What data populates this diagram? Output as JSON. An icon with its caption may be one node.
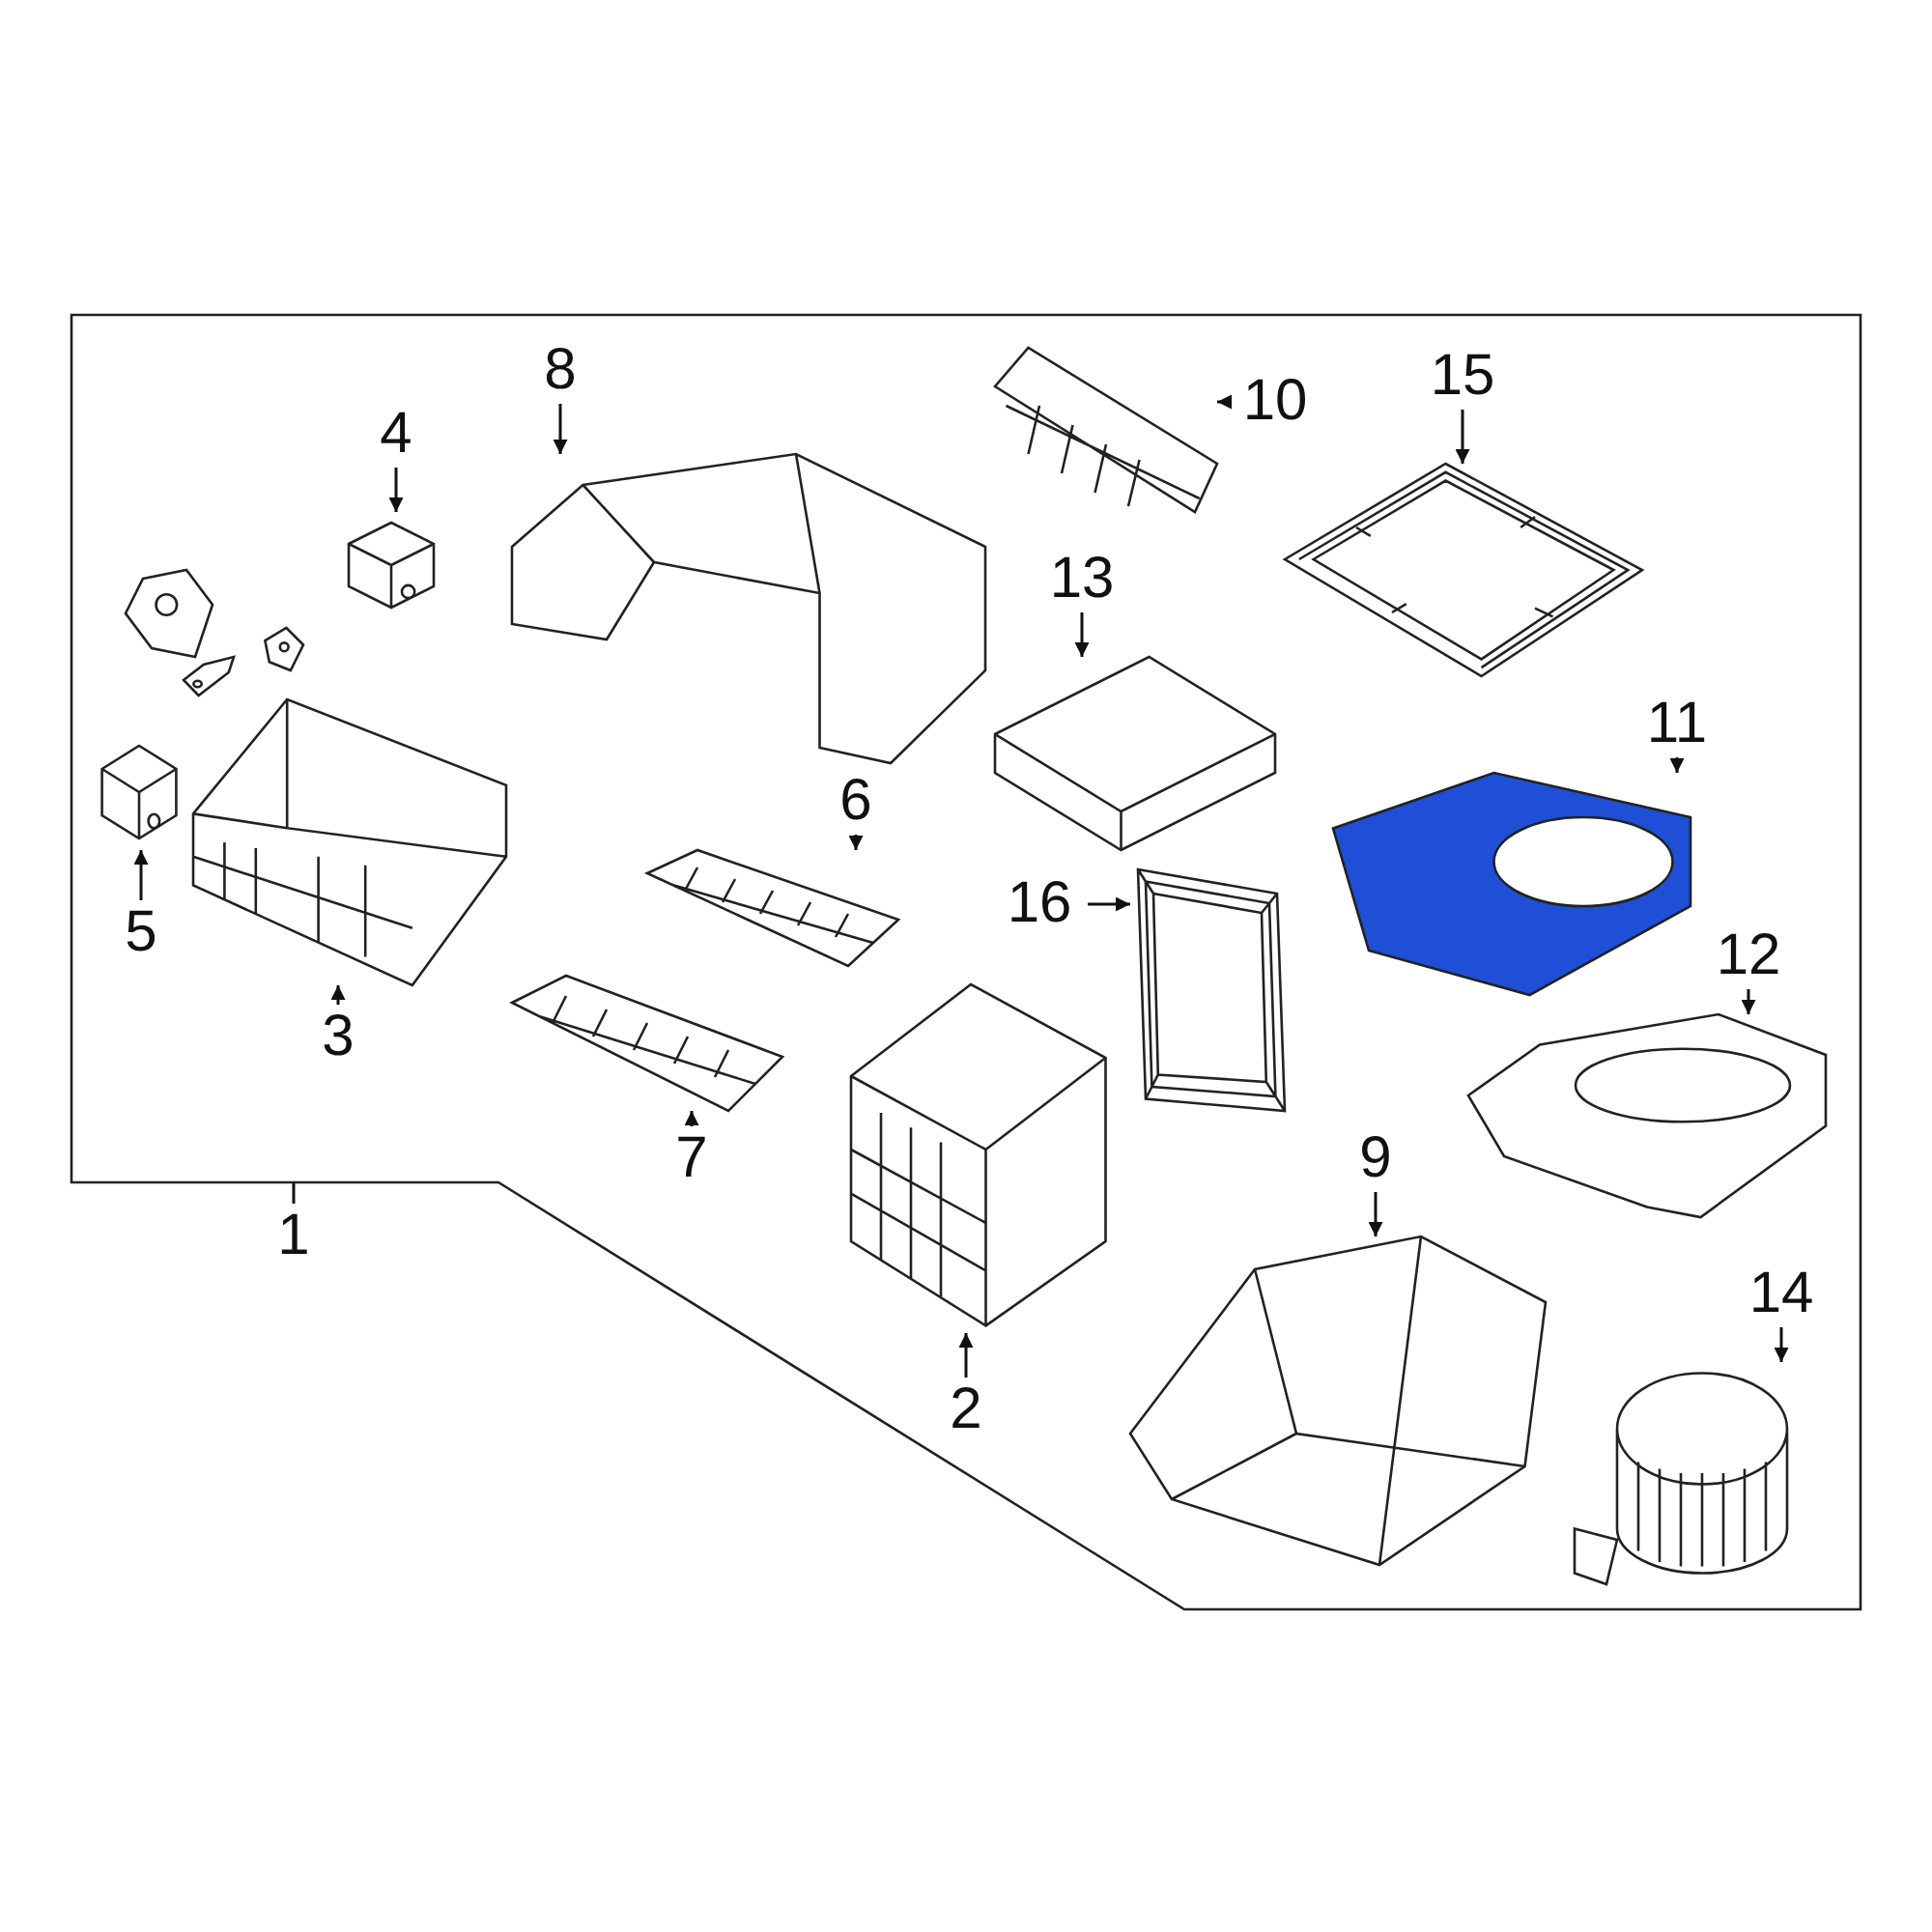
{
  "diagram": {
    "nodes": [
      {
        "text": [],
        "shape": "box"
      },
      {
        "text": [
          "1"
        ]
      },
      {
        "text": [
          "2"
        ],
        "in": 0
      },
      {
        "text": [],
        "shape": "picture",
        "in": 0
      },
      {
        "text": [
          "3"
        ],
        "in": 0
      },
      {
        "text": [],
        "shape": "picture",
        "in": 0
      },
      {
        "text": [
          "4"
        ],
        "in": 0
      },
      {
        "text": [],
        "shape": "picture",
        "in": 0
      },
      {
        "text": [
          "5"
        ],
        "in": 0
      },
      {
        "text": [],
        "shape": "picture",
        "in": 0
      },
      {
        "text": [
          "6"
        ],
        "in": 0
      },
      {
        "text": [],
        "shape": "picture",
        "in": 0
      },
      {
        "text": [
          "7"
        ],
        "in": 0
      },
      {
        "text": [],
        "shape": "picture",
        "in": 0
      },
      {
        "text": [
          "8"
        ],
        "in": 0
      },
      {
        "text": [],
        "shape": "picture",
        "in": 0
      },
      {
        "text": [
          "9"
        ],
        "in": 0
      },
      {
        "text": [],
        "shape": "picture",
        "in": 0
      },
      {
        "text": [
          "10"
        ],
        "in": 0
      },
      {
        "text": [],
        "shape": "picture",
        "in": 0
      },
      {
        "text": [
          "11"
        ],
        "in": 0
      },
      {
        "text": [],
        "shape": "picture",
        "in": 0
      },
      {
        "text": [
          "12"
        ],
        "in": 0
      },
      {
        "text": [],
        "shape": "picture",
        "in": 0
      },
      {
        "text": [
          "13"
        ],
        "in": 0
      },
      {
        "text": [],
        "shape": "picture",
        "in": 0
      },
      {
        "text": [
          "14"
        ],
        "in": 0
      },
      {
        "text": [],
        "shape": "picture",
        "in": 0
      },
      {
        "text": [
          "15"
        ],
        "in": 0
      },
      {
        "text": [],
        "shape": "picture",
        "in": 0
      },
      {
        "text": [
          "16"
        ],
        "in": 0
      },
      {
        "text": [],
        "shape": "picture",
        "in": 0
      }
    ],
    "edges": [
      {
        "from": 1,
        "to": 0,
        "arrow": "none"
      },
      {
        "from": 2,
        "to": 3,
        "arrow": "to"
      },
      {
        "from": 4,
        "to": 5,
        "arrow": "to"
      },
      {
        "from": 6,
        "to": 7,
        "arrow": "to"
      },
      {
        "from": 8,
        "to": 9,
        "arrow": "to"
      },
      {
        "from": 10,
        "to": 11,
        "arrow": "to"
      },
      {
        "from": 12,
        "to": 13,
        "arrow": "to"
      },
      {
        "from": 14,
        "to": 15,
        "arrow": "to"
      },
      {
        "from": 16,
        "to": 17,
        "arrow": "to"
      },
      {
        "from": 18,
        "to": 19,
        "arrow": "to"
      },
      {
        "from": 20,
        "to": 21,
        "arrow": "to"
      },
      {
        "from": 22,
        "to": 23,
        "arrow": "to"
      },
      {
        "from": 24,
        "to": 25,
        "arrow": "to"
      },
      {
        "from": 26,
        "to": 27,
        "arrow": "to"
      },
      {
        "from": 28,
        "to": 29,
        "arrow": "to"
      },
      {
        "from": 30,
        "to": 31,
        "arrow": "to"
      }
    ]
  }
}
